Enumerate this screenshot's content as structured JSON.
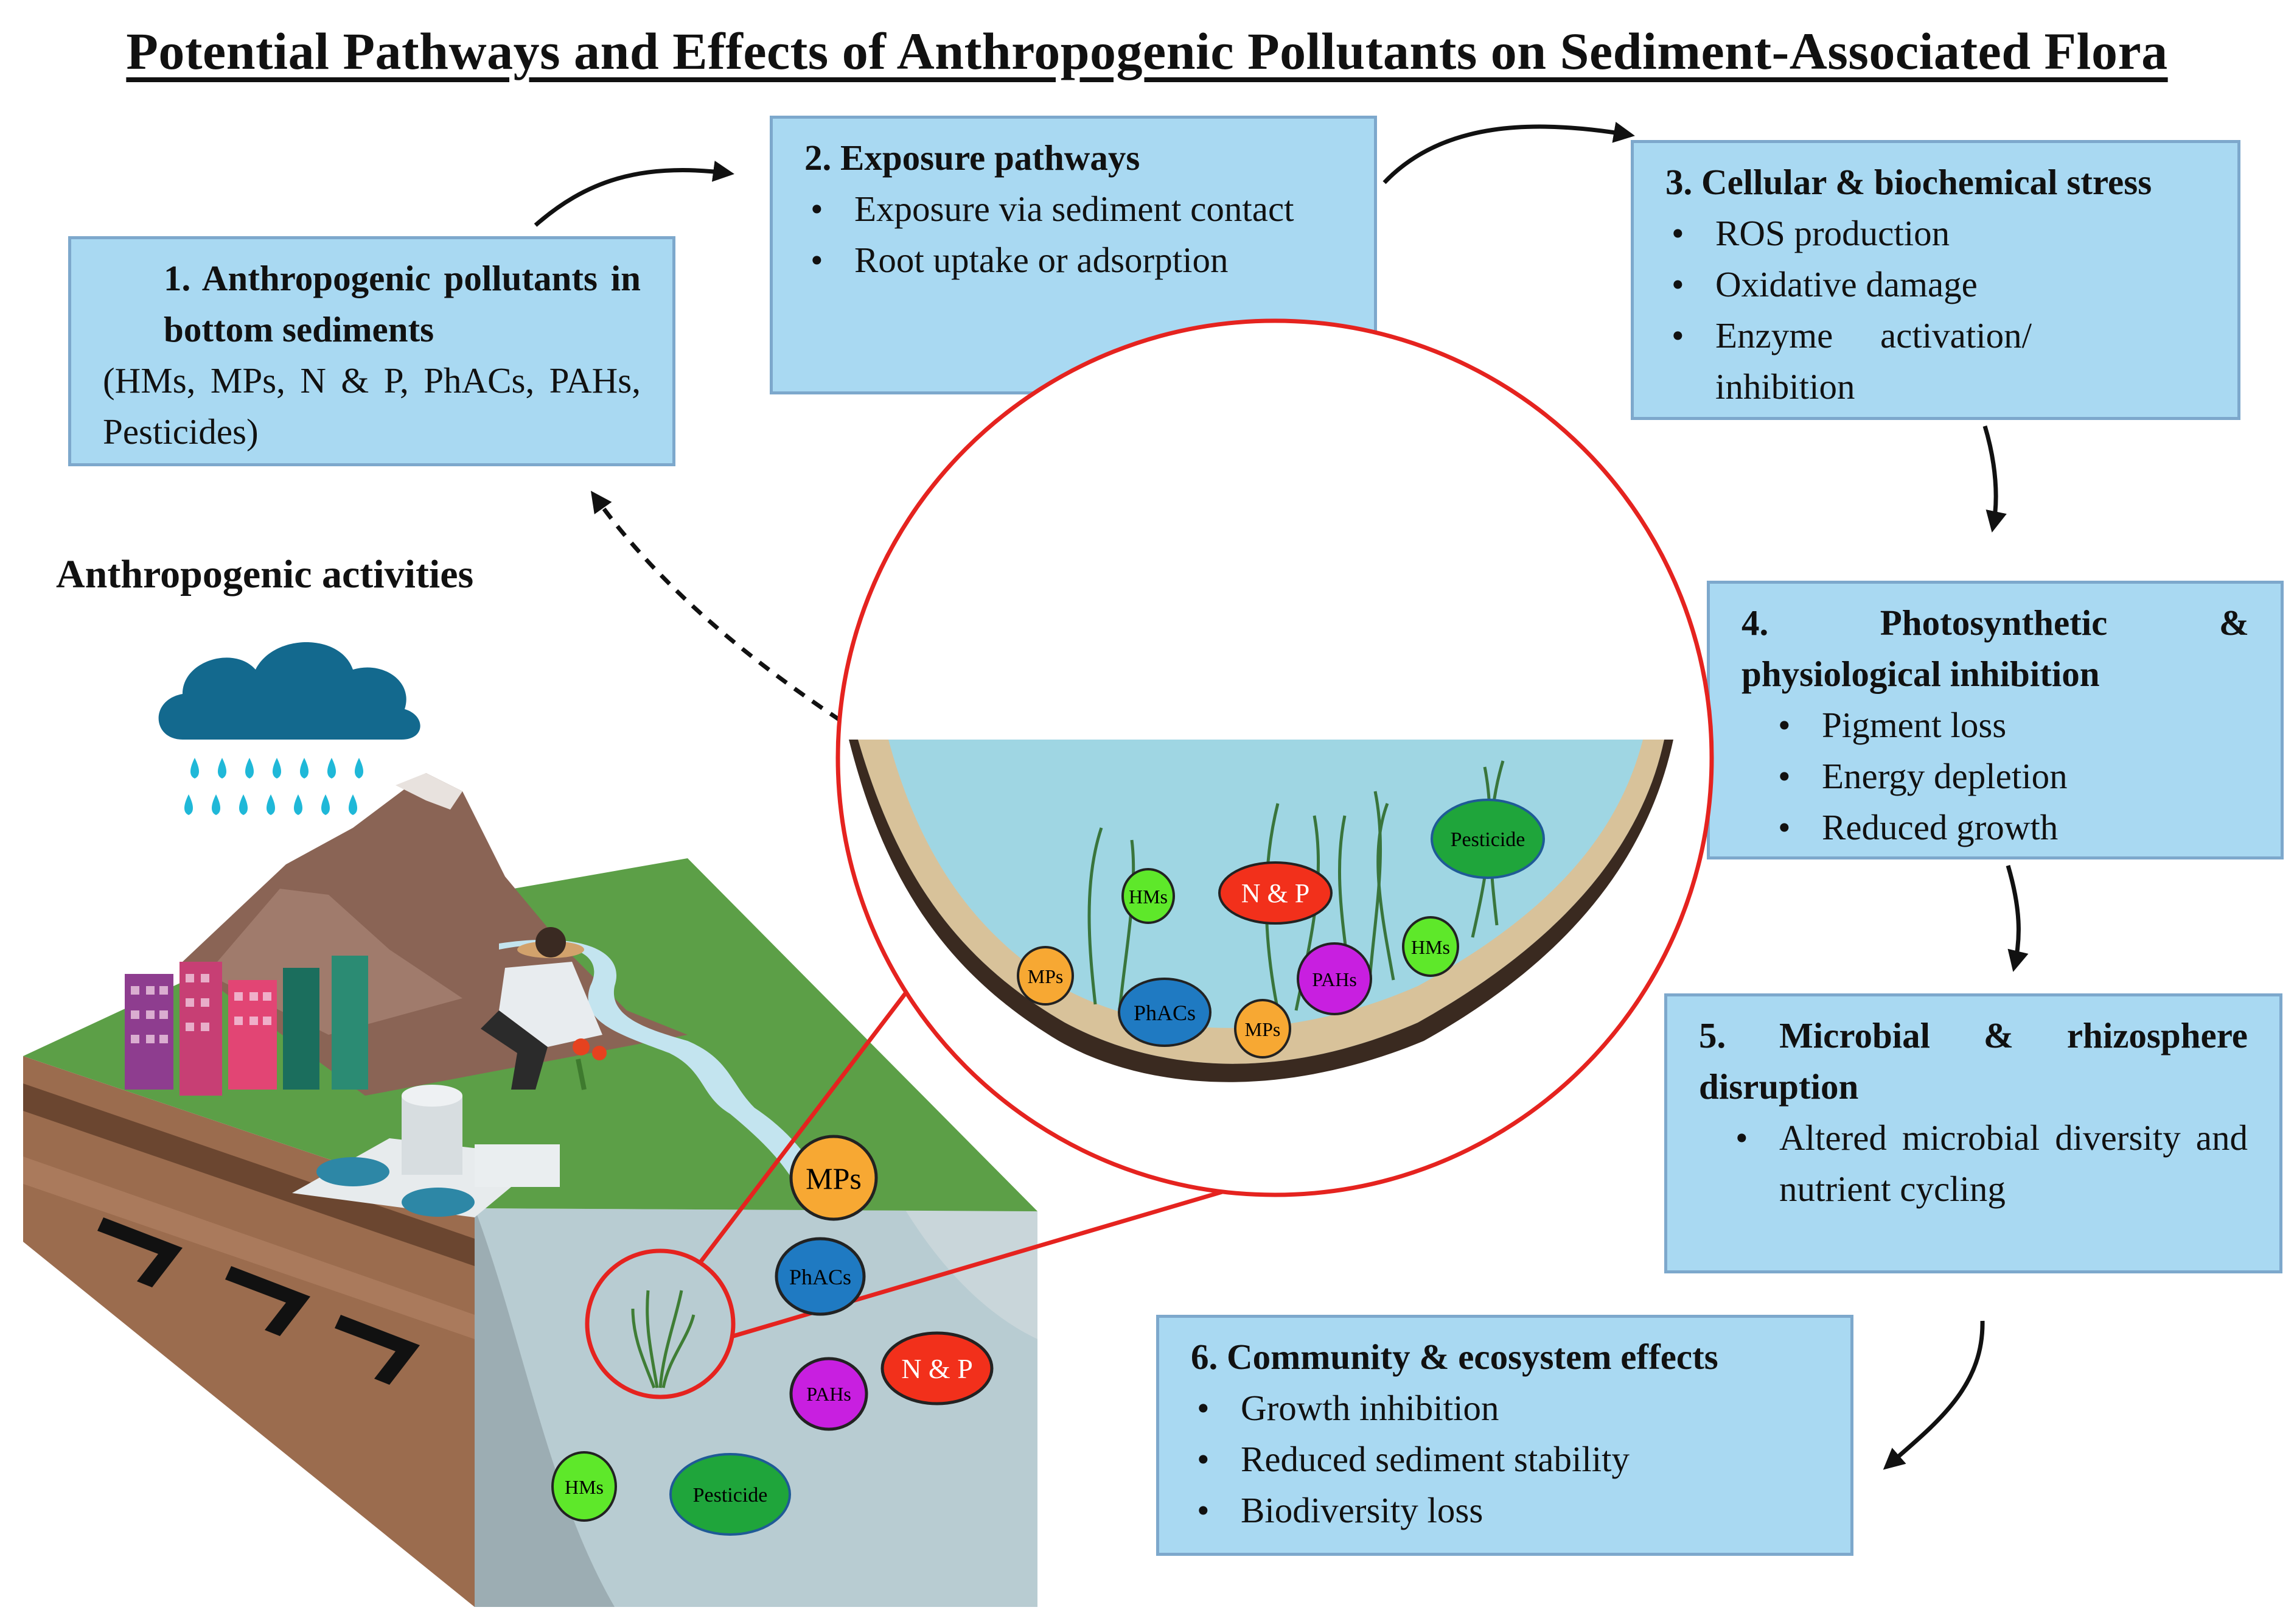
{
  "title": "Potential Pathways and Effects of Anthropogenic Pollutants on Sediment-Associated Flora",
  "boxes": {
    "box1": {
      "title": "1. Anthropogenic pollutants in bottom sediments",
      "note": "(HMs, MPs, N & P, PhACs, PAHs, Pesticides)"
    },
    "box2": {
      "title": "2. Exposure pathways",
      "items": [
        "Exposure via sediment contact",
        "Root uptake or adsorption"
      ]
    },
    "box3": {
      "title": "3. Cellular & biochemical stress",
      "items": [
        "ROS production",
        "Oxidative damage",
        "Enzyme activation/ inhibition"
      ]
    },
    "box4": {
      "title": "4. Photosynthetic & physiological inhibition",
      "items": [
        "Pigment loss",
        "Energy depletion",
        "Reduced growth"
      ]
    },
    "box5": {
      "title": "5. Microbial & rhizosphere disruption",
      "items": [
        "Altered microbial diversity and nutrient cycling"
      ]
    },
    "box6": {
      "title": "6. Community & ecosystem effects",
      "items": [
        "Growth inhibition",
        "Reduced sediment stability",
        "Biodiversity loss"
      ]
    }
  },
  "side_label": "Anthropogenic activities",
  "pollutant_labels": {
    "hms": "HMs",
    "mps": "MPs",
    "np": "N & P",
    "phacs": "PhACs",
    "pahs": "PAHs",
    "pesticide": "Pesticide"
  },
  "pollutant_colors": {
    "hms": "#5ee82a",
    "mps": "#f7a833",
    "np": "#f2301b",
    "phacs": "#1f7ac2",
    "pahs": "#c81fe0",
    "pesticide": "#1fa53b"
  },
  "colors": {
    "box_fill": "#a9d9f2",
    "box_border": "#7da8cc",
    "zoom_circle": "#e5231f",
    "water": "#9fd6e3",
    "sediment": "#d8c29a",
    "cloud": "#13698e",
    "raindrop": "#1fb8d8"
  }
}
